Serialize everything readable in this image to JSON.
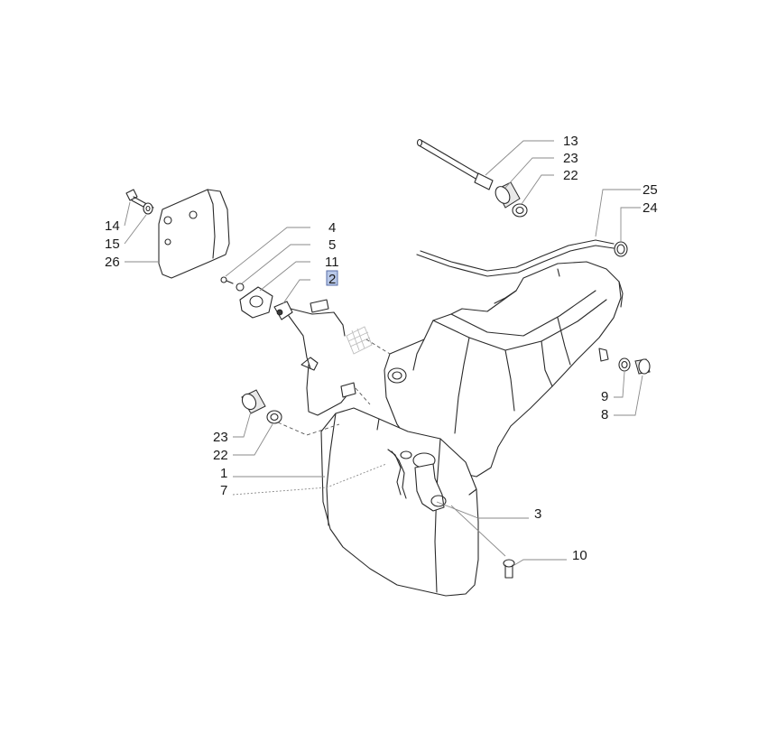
{
  "diagram": {
    "highlight_color": "#b8c8e8",
    "callouts": {
      "c13": "13",
      "c23a": "23",
      "c22a": "22",
      "c25": "25",
      "c24": "24",
      "c4": "4",
      "c5": "5",
      "c11": "11",
      "c2": "2",
      "c14": "14",
      "c15": "15",
      "c26": "26",
      "c9": "9",
      "c8": "8",
      "c23b": "23",
      "c22b": "22",
      "c1": "1",
      "c7": "7",
      "c3": "3",
      "c10": "10"
    }
  }
}
